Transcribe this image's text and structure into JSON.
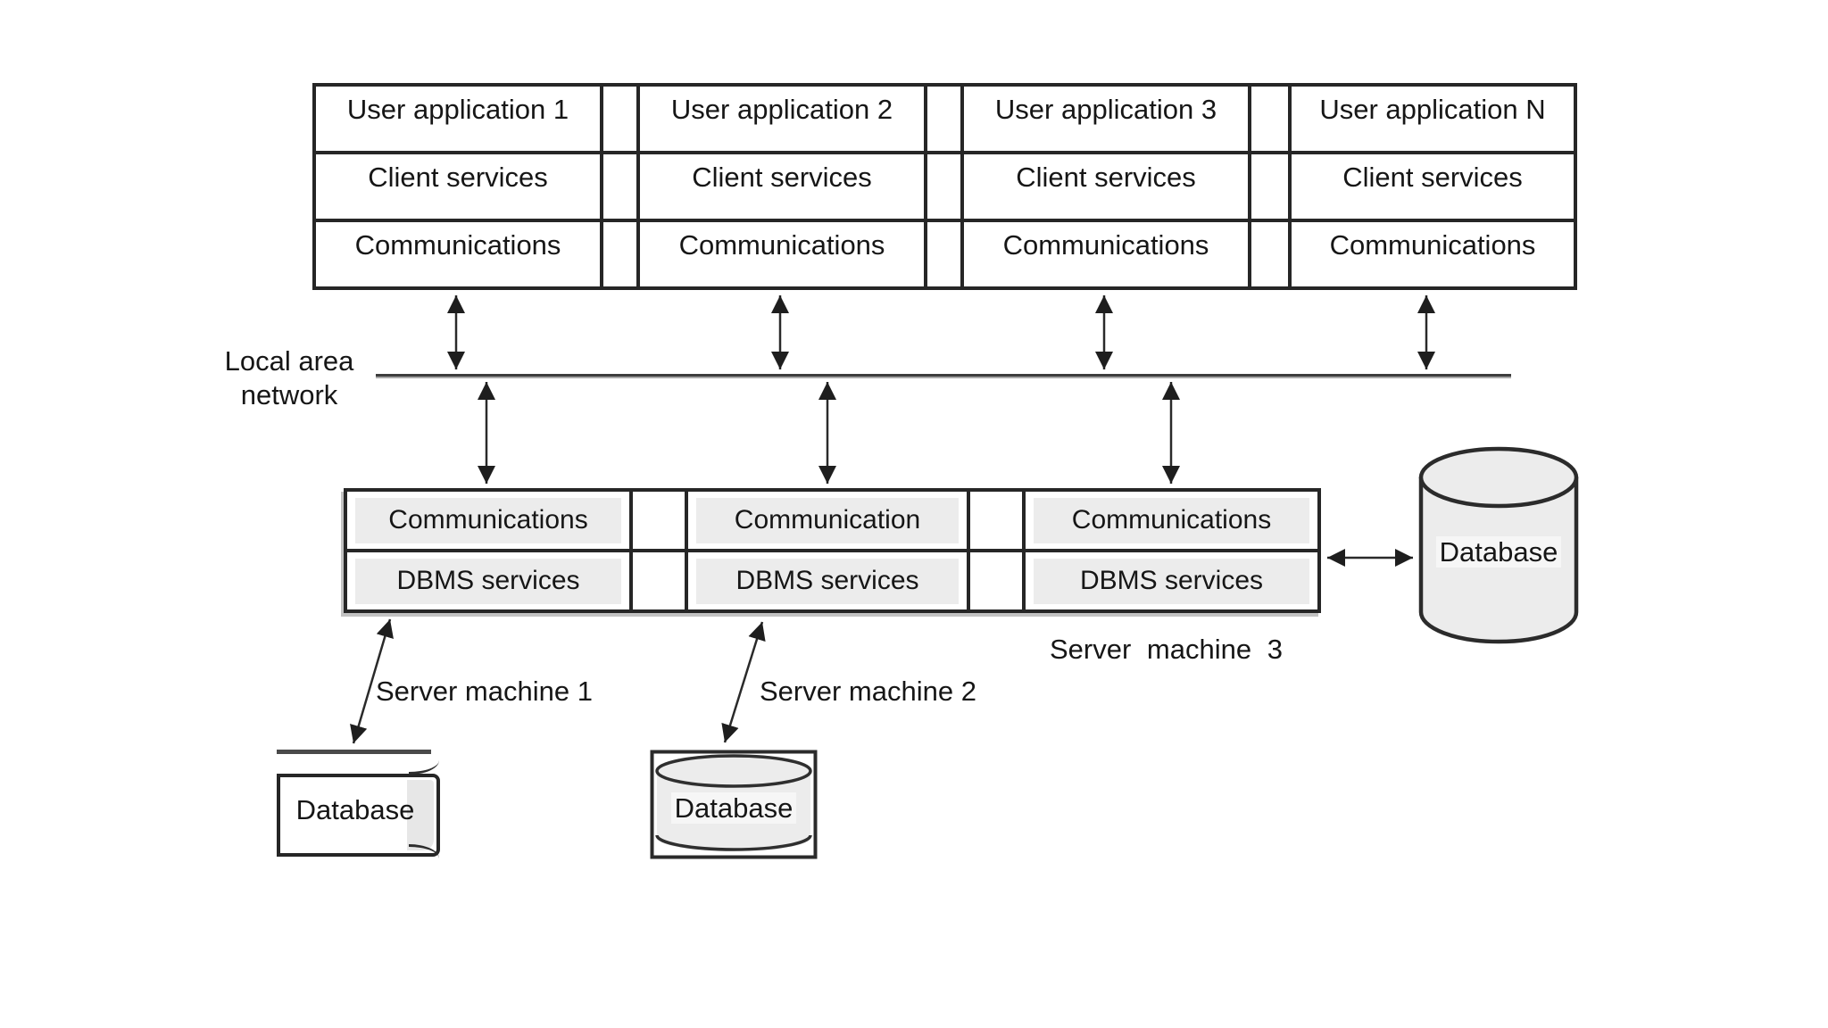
{
  "diagram": {
    "title_implied": "Client-server DBMS architecture",
    "clients": [
      {
        "rows": [
          "User application 1",
          "Client services",
          "Communications"
        ]
      },
      {
        "rows": [
          "User application 2",
          "Client services",
          "Communications"
        ]
      },
      {
        "rows": [
          "User application 3",
          "Client services",
          "Communications"
        ]
      },
      {
        "rows": [
          "User application N",
          "Client services",
          "Communications"
        ]
      }
    ],
    "network_label": {
      "line1": "Local area",
      "line2": "network"
    },
    "servers": [
      {
        "rows": [
          "Communications",
          "DBMS services"
        ],
        "label": "Server machine 1"
      },
      {
        "rows": [
          "Communication",
          "DBMS services"
        ],
        "label": "Server machine 2"
      },
      {
        "rows": [
          "Communications",
          "DBMS services"
        ],
        "label": "Server machine 3"
      }
    ],
    "databases": [
      {
        "label": "Database"
      },
      {
        "label": "Database"
      },
      {
        "label": "Database"
      }
    ],
    "colors": {
      "line": "#262626",
      "arrow": "#2a2a2a",
      "cell_fill": "#ffffff",
      "pill_fill": "#ececec",
      "cylinder_fill": "#ececec",
      "lan_dark": "#3d3d3d",
      "lan_gray": "#a9a9a9",
      "text": "#161616",
      "background": "#ffffff"
    }
  }
}
